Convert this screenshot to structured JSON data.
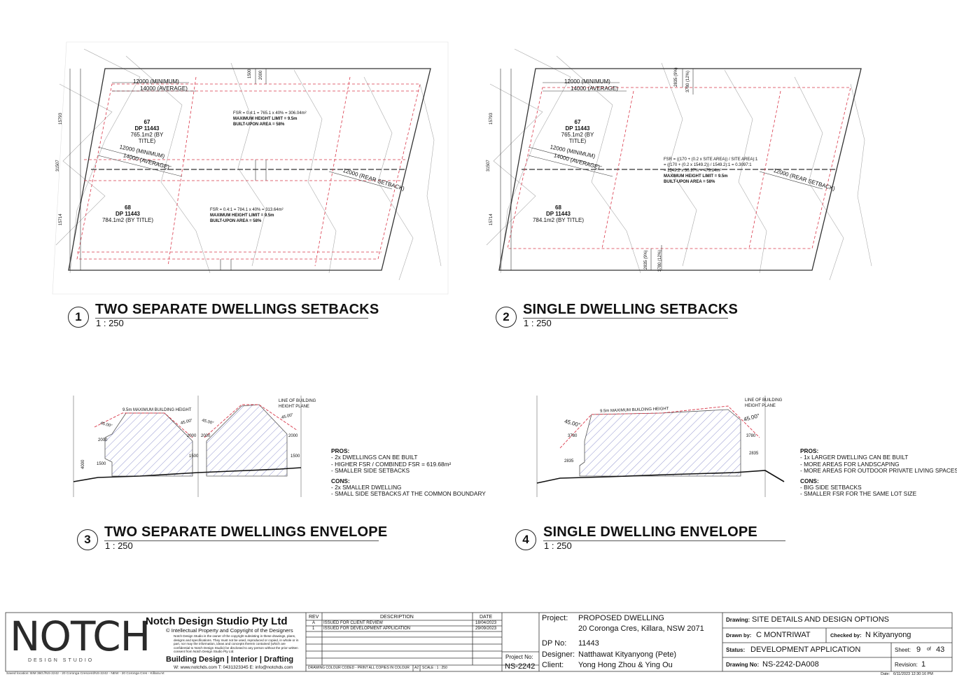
{
  "views": [
    {
      "number": "1",
      "title": "TWO SEPARATE DWELLINGS SETBACKS",
      "scale": "1 : 250"
    },
    {
      "number": "2",
      "title": "SINGLE DWELLING SETBACKS",
      "scale": "1 : 250"
    },
    {
      "number": "3",
      "title": "TWO SEPARATE DWELLINGS ENVELOPE",
      "scale": "1 : 250"
    },
    {
      "number": "4",
      "title": "SINGLE DWELLING  ENVELOPE",
      "scale": "1 : 250"
    }
  ],
  "plan1": {
    "min_setback": "12000 (MINIMUM)",
    "avg_setback": "14000 (AVERAGE)",
    "lot67_a": "67",
    "lot67_b": "DP 11443",
    "lot67_c": "765.1m2 (BY TITLE)",
    "lot68_a": "68",
    "lot68_b": "DP 11443",
    "lot68_c": "784.1m2 (BY TITLE)",
    "min_setback2": "12000 (MINIMUM)",
    "avg_setback2": "14000 (AVERAGE)",
    "rear": "12000 (REAR SETBACK)",
    "dim_31507": "31507",
    "dim_15793": "15793",
    "dim_15714": "15714",
    "dim_1500": "1500",
    "dim_2000": "2000",
    "fsr_top_1": "FSR = 0.4:1 = 765.1 x 40% = 306.04m²",
    "fsr_top_2": "MAXIMUM HEIGHT LIMIT = 9.5m",
    "fsr_top_3": "BUILT-UPON AREA = 58%",
    "fsr_bot_1": "FSR = 0.4:1 = 784.1 x 40% = 313.64m²",
    "fsr_bot_2": "MAXIMUM HEIGHT LIMIT = 9.5m",
    "fsr_bot_3": "BUILT-UPON AREA = 58%"
  },
  "plan2": {
    "min_setback": "12000 (MINIMUM)",
    "avg_setback": "14000 (AVERAGE)",
    "lot67_a": "67",
    "lot67_b": "DP 11443",
    "lot67_c": "765.1m2 (BY TITLE)",
    "lot68_a": "68",
    "lot68_b": "DP 11443",
    "lot68_c": "784.1m2 (BY TITLE)",
    "min_setback2": "12000 (MINIMUM)",
    "avg_setback2": "14000 (AVERAGE)",
    "rear": "12000 (REAR SETBACK)",
    "dim_31507": "31507",
    "dim_15793": "15793",
    "dim_15714": "15714",
    "dim_2835": "2835 (9%)",
    "dim_3780": "3780 (12%)",
    "fsr_1": "FSR = ((170 + (0.2 x SITE AREA)) / SITE AREA):1",
    "fsr_2": "= ((170 + (0.2 x 1549.2)) / 1549.2):1 = 0.3097:1",
    "fsr_3": "= 1549.2 x 30.97% = 479.84m²",
    "fsr_4": "MAXIMUM HEIGHT LIMIT = 9.5m",
    "fsr_5": "BUILT-UPON AREA = 58%"
  },
  "env3": {
    "max_height": "9.5m MAXIMUM BUILDING HEIGHT",
    "line_plane": "LINE OF BUILDING HEIGHT PLANE",
    "angle": "45.00°",
    "d2000": "2000",
    "d1500": "1500",
    "d4000": "4000"
  },
  "env4": {
    "max_height": "9.5m MAXIMUM BUILDING HEIGHT",
    "line_plane": "LINE OF BUILDING HEIGHT PLANE",
    "angle": "45.00°",
    "d3780": "3780",
    "d2835": "2835"
  },
  "notes3": {
    "pros_title": "PROS:",
    "pros": [
      "- 2x DWELLINGS CAN BE BUILT",
      "- HIGHER FSR / COMBINED FSR = 619.68m²",
      "- SMALLER SIDE SETBACKS"
    ],
    "cons_title": "CONS:",
    "cons": [
      "- 2x SMALLER DWELLING",
      "- SMALL SIDE SETBACKS AT THE COMMON BOUNDARY"
    ]
  },
  "notes4": {
    "pros_title": "PROS:",
    "pros": [
      "- 1x LARGER DWELLING CAN BE BUILT",
      "- MORE AREAS FOR LANDSCAPING",
      "- MORE AREAS FOR OUTDOOR PRIVATE LIVING SPACES"
    ],
    "cons_title": "CONS:",
    "cons": [
      "- BIG SIDE SETBACKS",
      "- SMALLER FSR FOR THE SAME LOT SIZE"
    ]
  },
  "titleblock": {
    "logo": "NOTCH",
    "logo_sub": "DESIGN STUDIO",
    "company": "Notch Design Studio Pty Ltd",
    "copyright": "© Intellectual Property and Copyright of the Designers",
    "disclaimer": "Notch Design Studio is the owner of the copyright subsisting in these drawings, plans, designs and specifications. They must not be used, reproduced or copied, in whole or in part, nor may the information, ideas and concepts therein contained (which are confidential to Notch Design Studio) be disclosed to any person without the prior written consent from Notch Design Studio Pty Ltd.",
    "services": "Building Design | Interior | Drafting",
    "contact": "W: www.notchds.com  T: 0431323345  E: info@notchds.com",
    "saved": "Saved location:  BIM 360://NS-2242 - 20 Coronga Crescent/NS-2242 - NEW - 20 Coronga Cres - Killara.rvt",
    "rev_headers": [
      "REV",
      "DESCRIPTION",
      "DATE"
    ],
    "revisions": [
      {
        "rev": "A",
        "desc": "ISSUED FOR CLIENT REVIEW",
        "date": "18/04/2023"
      },
      {
        "rev": "1",
        "desc": "ISSUED FOR DEVELOPMENT APPLICATION",
        "date": "29/09/2023"
      }
    ],
    "colour_note": "DRAWING COLOUR CODED - PRINT ALL COPIES IN COLOUR",
    "paper": "A2",
    "scale": "SCALE : 1 : 250",
    "project_no_label": "Project No:",
    "project_no": "NS-2242",
    "project_label": "Project:",
    "project": "PROPOSED DWELLING",
    "address": "20 Coronga Cres, Killara, NSW 2071",
    "dp_label": "DP No:",
    "dp": "11443",
    "designer_label": "Designer:",
    "designer": "Natthawat Kityanyong (Pete)",
    "client_label": "Client:",
    "client": "Yong Hong Zhou & Ying Ou",
    "drawing_label": "Drawing:",
    "drawing": "SITE DETAILS AND DESIGN OPTIONS",
    "drawn_label": "Drawn by:",
    "drawn": "C MONTRIWAT",
    "checked_label": "Checked by:",
    "checked": "N Kityanyong",
    "status_label": "Status:",
    "status": "DEVELOPMENT APPLICATION",
    "sheet_label": "Sheet:",
    "sheet": "9",
    "of_label": "of",
    "sheet_total": "43",
    "drawing_no_label": "Drawing No:",
    "drawing_no": "NS-2242-DA008",
    "revision_label": "Revision:",
    "revision": "1",
    "date_label": "Date:",
    "date": "6/11/2023 12:30:16 PM"
  },
  "colors": {
    "setback": "#d9384a",
    "hatch": "#4a4fb0",
    "line": "#222222",
    "grid": "#9a9a9a"
  }
}
